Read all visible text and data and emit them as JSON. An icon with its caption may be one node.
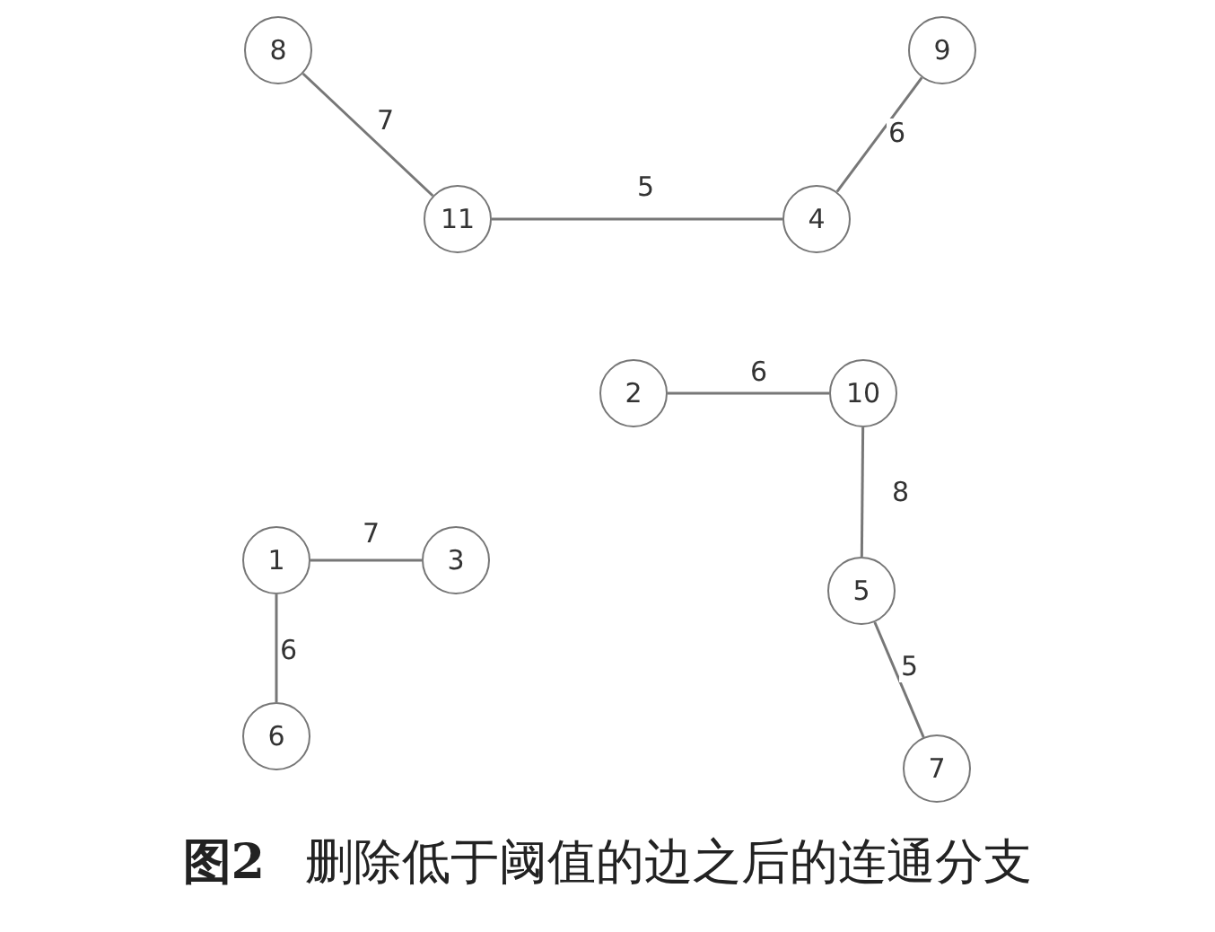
{
  "diagram": {
    "caption": "**图2** 删除低于阈值的边之后的连通分支",
    "nodes": [
      {
        "text": [
          "8"
        ]
      },
      {
        "text": [
          "9"
        ]
      },
      {
        "text": [
          "11"
        ]
      },
      {
        "text": [
          "4"
        ]
      },
      {
        "text": [
          "2"
        ]
      },
      {
        "text": [
          "10"
        ]
      },
      {
        "text": [
          "1"
        ]
      },
      {
        "text": [
          "3"
        ]
      },
      {
        "text": [
          "5"
        ]
      },
      {
        "text": [
          "6"
        ]
      },
      {
        "text": [
          "7"
        ]
      }
    ],
    "edges": [
      {
        "from": 0,
        "to": 2,
        "arrow": "none",
        "label": "7"
      },
      {
        "from": 2,
        "to": 3,
        "arrow": "none",
        "label": "5"
      },
      {
        "from": 3,
        "to": 1,
        "arrow": "none",
        "label": "6"
      },
      {
        "from": 4,
        "to": 5,
        "arrow": "none",
        "label": "6"
      },
      {
        "from": 5,
        "to": 8,
        "arrow": "none",
        "label": "8"
      },
      {
        "from": 6,
        "to": 7,
        "arrow": "none",
        "label": "7"
      },
      {
        "from": 6,
        "to": 9,
        "arrow": "none",
        "label": "6"
      },
      {
        "from": 8,
        "to": 10,
        "arrow": "none",
        "label": "5"
      }
    ]
  }
}
